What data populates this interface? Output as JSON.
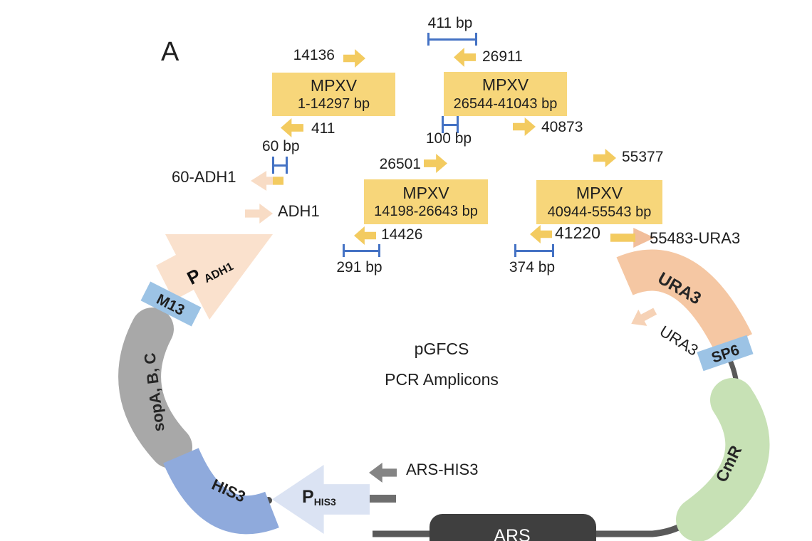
{
  "panel_label": "A",
  "center_labels": {
    "plasmid_name": "pGFCS",
    "subtitle": "PCR Amplicons"
  },
  "amplicon_boxes": [
    {
      "name": "MPXV",
      "range": "1-14297 bp",
      "top_primer": "14136",
      "bottom_primer": "411"
    },
    {
      "name": "MPXV",
      "range": "26544-41043 bp",
      "top_primer": "26911",
      "bottom_primer": "40873"
    },
    {
      "name": "MPXV",
      "range": "14198-26643 bp",
      "top_primer": "26501",
      "bottom_primer": "14426"
    },
    {
      "name": "MPXV",
      "range": "40944-55543 bp",
      "top_primer": "55377",
      "bottom_primer": "41220"
    }
  ],
  "overlap_brackets": {
    "b411": "411 bp",
    "b100": "100 bp",
    "b60": "60 bp",
    "b291": "291 bp",
    "b374": "374 bp"
  },
  "junction_primers": {
    "adh1_60": "60-ADH1",
    "adh1": "ADH1",
    "ura3_55483": "55483-URA3",
    "ura3": "URA3",
    "ars_his3": "ARS-HIS3"
  },
  "plasmid_elements": {
    "p_adh1": {
      "p": "P",
      "sub": "ADH1"
    },
    "m13": "M13",
    "sop": "sopA, B, C",
    "his3": "HIS3",
    "p_his3": {
      "p": "P",
      "sub": "HIS3"
    },
    "ars": "ARS",
    "cmr": "CmR",
    "sp6": "SP6",
    "ura3": "URA3"
  },
  "colors": {
    "amplicon_yellow": "#F7D67A",
    "primer_yellow": "#F3CB60",
    "peach": "#F8DCC5",
    "ura3_salmon": "#F5C7A3",
    "bracket_blue": "#4472C4",
    "his3_blue": "#8FAADC",
    "phis3_blue": "#DBE3F3",
    "m13_sp6_blue": "#9CC3E5",
    "sop_gray": "#A8A8A8",
    "cmr_green": "#C7E1B5",
    "ars_dark": "#3F3F3F",
    "backbone_gray": "#595959"
  }
}
